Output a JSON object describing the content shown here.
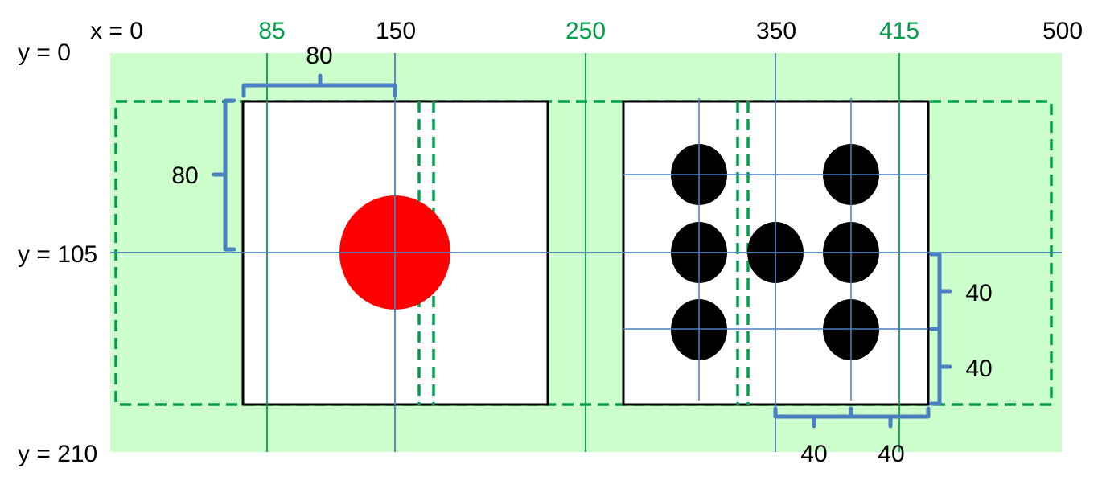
{
  "colors": {
    "background_area": "#ccffcc",
    "green_line": "#00a04a",
    "blue_line": "#4a7fc1",
    "red_circle": "#ff0000",
    "dot": "#000000",
    "box_border": "#000000",
    "green_label": "#00a04a",
    "black_label": "#000000"
  },
  "top_labels": [
    {
      "text": "x = 0",
      "color": "black"
    },
    {
      "text": "85",
      "color": "green"
    },
    {
      "text": "150",
      "color": "black"
    },
    {
      "text": "250",
      "color": "green"
    },
    {
      "text": "350",
      "color": "black"
    },
    {
      "text": "415",
      "color": "green"
    },
    {
      "text": "500",
      "color": "black"
    }
  ],
  "left_labels": [
    "y = 0",
    "y = 105",
    "y = 210"
  ],
  "dimension_labels": {
    "top_width": "80",
    "left_height": "80",
    "right_upper": "40",
    "right_lower": "40",
    "bottom_left": "40",
    "bottom_right": "40"
  },
  "left_box": {
    "circle_color": "red"
  },
  "right_box": {
    "dot_count": 7
  }
}
